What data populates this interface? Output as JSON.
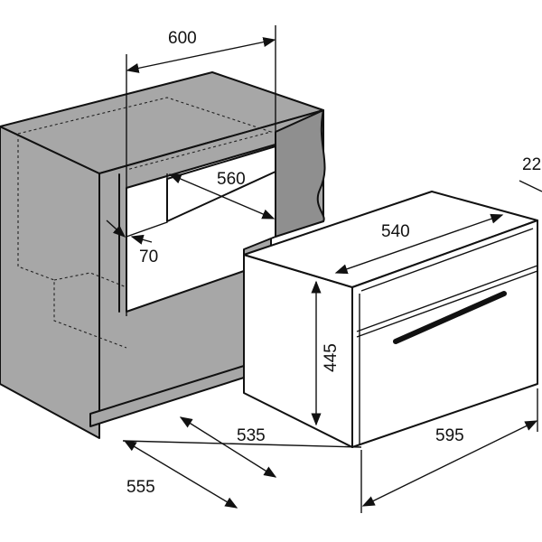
{
  "dimensions": {
    "cabinet_width": "600",
    "niche_depth": "560",
    "gap": "70",
    "oven_width": "540",
    "oven_height": "445",
    "oven_side_depth": "535",
    "total_depth": "555",
    "front_width": "595",
    "door_offset": "22"
  },
  "colors": {
    "cabinet_fill": "#a7a7a7",
    "cabinet_shade": "#8f8f8f",
    "line": "#111111",
    "background": "#ffffff"
  }
}
